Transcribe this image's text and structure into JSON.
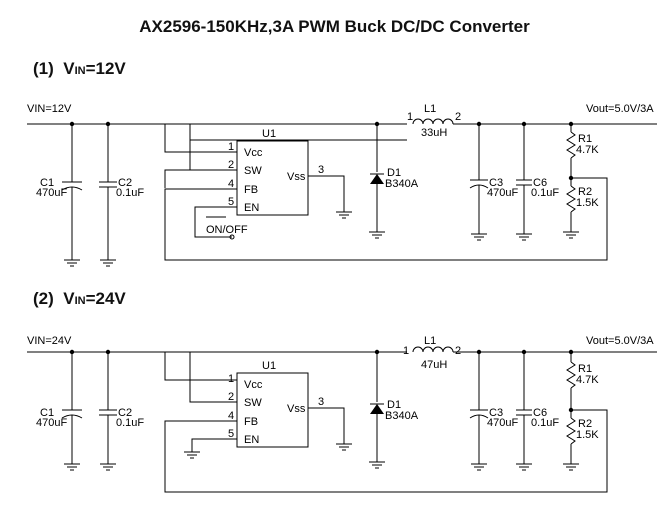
{
  "title": "AX2596-150KHz,3A PWM Buck DC/DC Converter",
  "circuits": [
    {
      "index": "(1)",
      "v_main": "V",
      "v_sub": "IN",
      "v_rest": "=12V",
      "vin_label": "VIN=12V",
      "vout_label": "Vout=5.0V/3A",
      "ic": {
        "name": "U1",
        "pins": [
          "Vcc",
          "SW",
          "FB",
          "EN"
        ],
        "pin_numbers": [
          "1",
          "2",
          "4",
          "5",
          "3"
        ],
        "vss": "Vss"
      },
      "inductor": {
        "name": "L1",
        "value": "33uH",
        "pin1": "1",
        "pin2": "2"
      },
      "diode": {
        "name": "D1",
        "value": "B340A"
      },
      "c1": {
        "name": "C1",
        "value": "470uF"
      },
      "c2": {
        "name": "C2",
        "value": "0.1uF"
      },
      "c3": {
        "name": "C3",
        "value": "470uF"
      },
      "c6": {
        "name": "C6",
        "value": "0.1uF"
      },
      "r1": {
        "name": "R1",
        "value": "4.7K"
      },
      "r2": {
        "name": "R2",
        "value": "1.5K"
      },
      "switch_label": "ON/OFF"
    },
    {
      "index": "(2)",
      "v_main": "V",
      "v_sub": "IN",
      "v_rest": "=24V",
      "vin_label": "VIN=24V",
      "vout_label": "Vout=5.0V/3A",
      "ic": {
        "name": "U1",
        "pins": [
          "Vcc",
          "SW",
          "FB",
          "EN"
        ],
        "pin_numbers": [
          "1",
          "2",
          "4",
          "5",
          "3"
        ],
        "vss": "Vss"
      },
      "inductor": {
        "name": "L1",
        "value": "47uH",
        "pin1": "1",
        "pin2": "2"
      },
      "diode": {
        "name": "D1",
        "value": "B340A"
      },
      "c1": {
        "name": "C1",
        "value": "470uF"
      },
      "c2": {
        "name": "C2",
        "value": "0.1uF"
      },
      "c3": {
        "name": "C3",
        "value": "470uF"
      },
      "c6": {
        "name": "C6",
        "value": "0.1uF"
      },
      "r1": {
        "name": "R1",
        "value": "4.7K"
      },
      "r2": {
        "name": "R2",
        "value": "1.5K"
      }
    }
  ]
}
